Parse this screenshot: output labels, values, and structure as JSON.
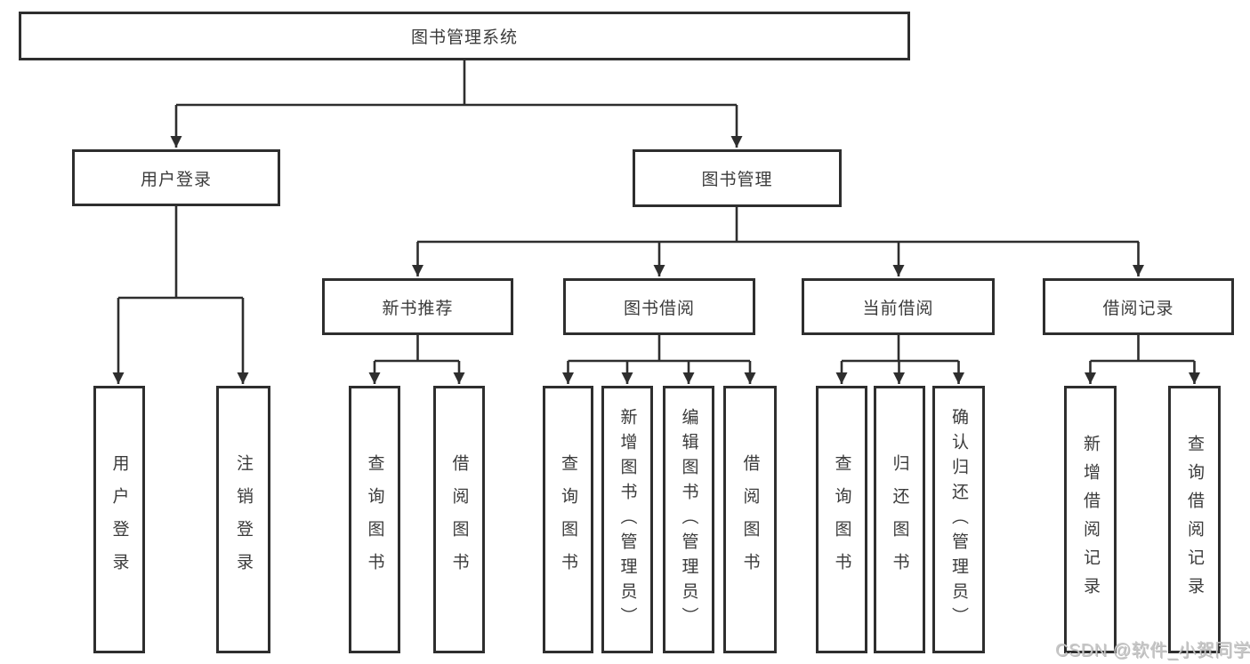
{
  "watermark": "CSDN @软件_小贺同学",
  "tree": {
    "root": {
      "label": "图书管理系统"
    },
    "level2": [
      {
        "label": "用户登录",
        "children": [
          {
            "label": "用户登录"
          },
          {
            "label": "注销登录"
          }
        ]
      },
      {
        "label": "图书管理",
        "children": [
          {
            "label": "新书推荐",
            "children": [
              {
                "label": "查询图书"
              },
              {
                "label": "借阅图书"
              }
            ]
          },
          {
            "label": "图书借阅",
            "children": [
              {
                "label": "查询图书"
              },
              {
                "label": "新增图书（管理员）"
              },
              {
                "label": "编辑图书（管理员）"
              },
              {
                "label": "借阅图书"
              }
            ]
          },
          {
            "label": "当前借阅",
            "children": [
              {
                "label": "查询图书"
              },
              {
                "label": "归还图书"
              },
              {
                "label": "确认归还（管理员）"
              }
            ]
          },
          {
            "label": "借阅记录",
            "children": [
              {
                "label": "新增借阅记录"
              },
              {
                "label": "查询借阅记录"
              }
            ]
          }
        ]
      }
    ]
  }
}
